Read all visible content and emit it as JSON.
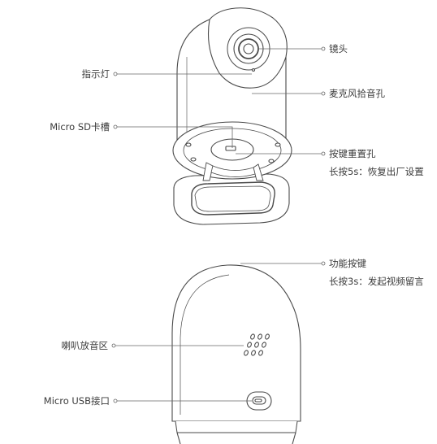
{
  "labels": {
    "lens": "镜头",
    "indicator": "指示灯",
    "mic": "麦克风拾音孔",
    "sd_slot": "Micro SD卡槽",
    "reset_title": "按键重置孔",
    "reset_desc": "长按5s：恢复出厂设置",
    "func_title": "功能按键",
    "func_desc": "长按3s：发起视频留言",
    "speaker": "喇叭放音区",
    "usb": "Micro USB接口"
  }
}
